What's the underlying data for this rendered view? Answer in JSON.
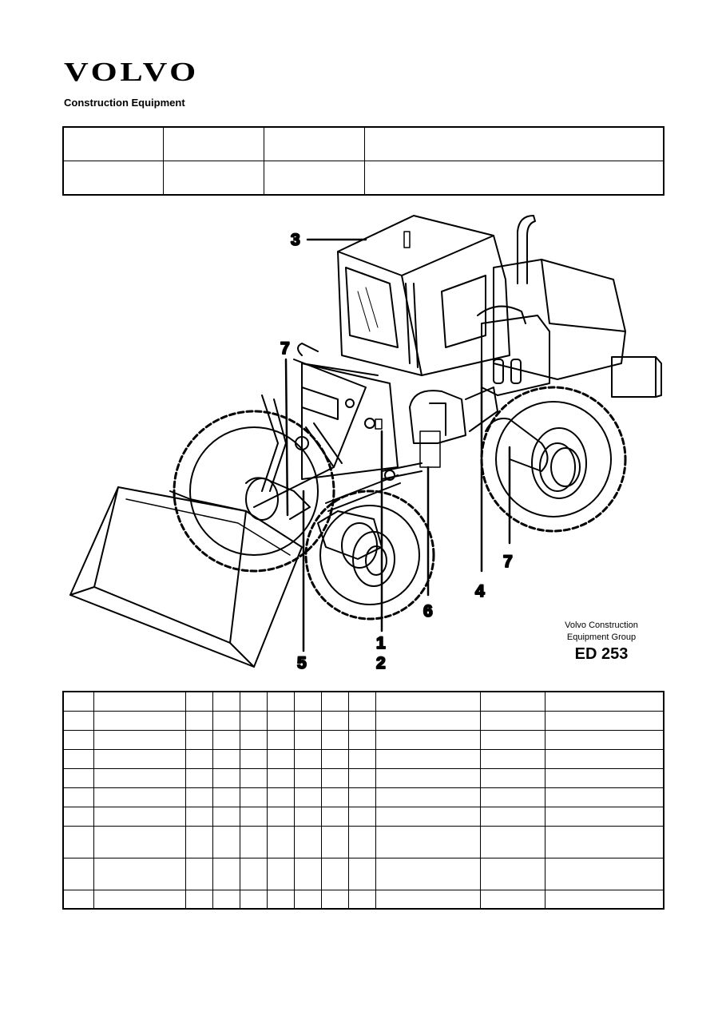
{
  "brand": {
    "logo": "VOLVO",
    "subtitle": "Construction Equipment"
  },
  "figure": {
    "callouts": [
      "1",
      "2",
      "3",
      "4",
      "5",
      "6",
      "7",
      "7"
    ],
    "group_caption_line1": "Volvo Construction",
    "group_caption_line2": "Equipment Group",
    "drawing_code": "ED 253"
  },
  "header_table": {
    "rows": 2,
    "cols": 4
  },
  "parts_table": {
    "rows": 10,
    "cols": 12
  }
}
